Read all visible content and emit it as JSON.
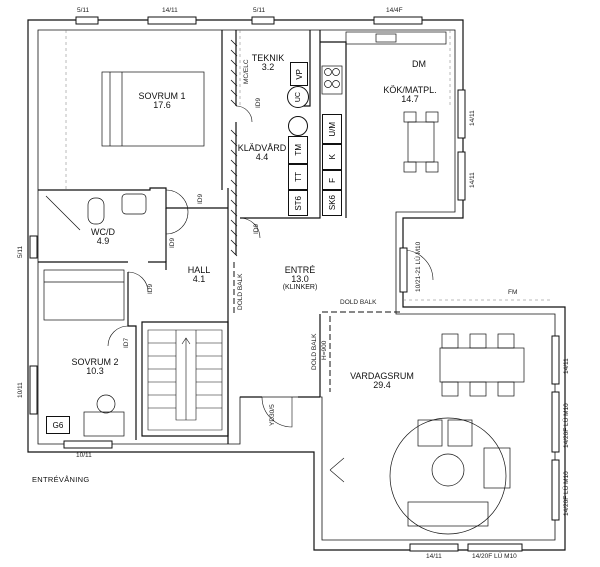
{
  "rooms": {
    "sovrum1": {
      "name": "SOVRUM 1",
      "area": "17.6"
    },
    "wcd": {
      "name": "WC/D",
      "area": "4.9"
    },
    "hall": {
      "name": "HALL",
      "area": "4.1"
    },
    "sovrum2": {
      "name": "SOVRUM 2",
      "area": "10.3"
    },
    "teknik": {
      "name": "TEKNIK",
      "area": "3.2"
    },
    "kladvard": {
      "name": "KLÄDVÅRD",
      "area": "4.4"
    },
    "entre": {
      "name": "ENTRÉ",
      "area": "13.0",
      "note": "(KLINKER)"
    },
    "kok": {
      "name": "KÖK/MATPL.",
      "area": "14.7"
    },
    "vardagsrum": {
      "name": "VARDAGSRUM",
      "area": "29.4"
    }
  },
  "windows": {
    "top1": "5/11",
    "top2": "14/11",
    "top3": "5/11",
    "top4": "14/4F",
    "left1": "5/11",
    "left2": "10/11",
    "bottom1": "10/11",
    "right_kok1": "14/11",
    "right_kok2": "14/11",
    "right_v1": "14/11",
    "right_v2": "14/20F LÚ M10",
    "right_v3": "14/20F LÚ M10",
    "bottom_v1": "14/11",
    "bottom_v2": "14/20F LÚ M10",
    "door_glass": "10/21-21 LÚ M10",
    "fm": "FM",
    "ytdorr": "YD30/5"
  },
  "doors": {
    "id1": "ID9",
    "id2": "ID9",
    "id3": "ID9",
    "id4": "ID9",
    "id5": "ID9",
    "id6": "ID7"
  },
  "fixtures": {
    "vp": "VP",
    "dm": "DM",
    "um": "U/M",
    "tm": "TM",
    "tt": "TT",
    "k": "K",
    "f": "F",
    "st6": "ST6",
    "sk6": "SK6",
    "g6": "G6",
    "uc": "UC"
  },
  "labels": {
    "dold_balk_hall": "DOLD BALK",
    "dold_balk_entre": "DOLD BALK",
    "dold_balk_vard": "DOLD BALK",
    "h900": "H=900",
    "mc": "MC/ELC",
    "plan_title": "ENTRÉVÅNING"
  }
}
